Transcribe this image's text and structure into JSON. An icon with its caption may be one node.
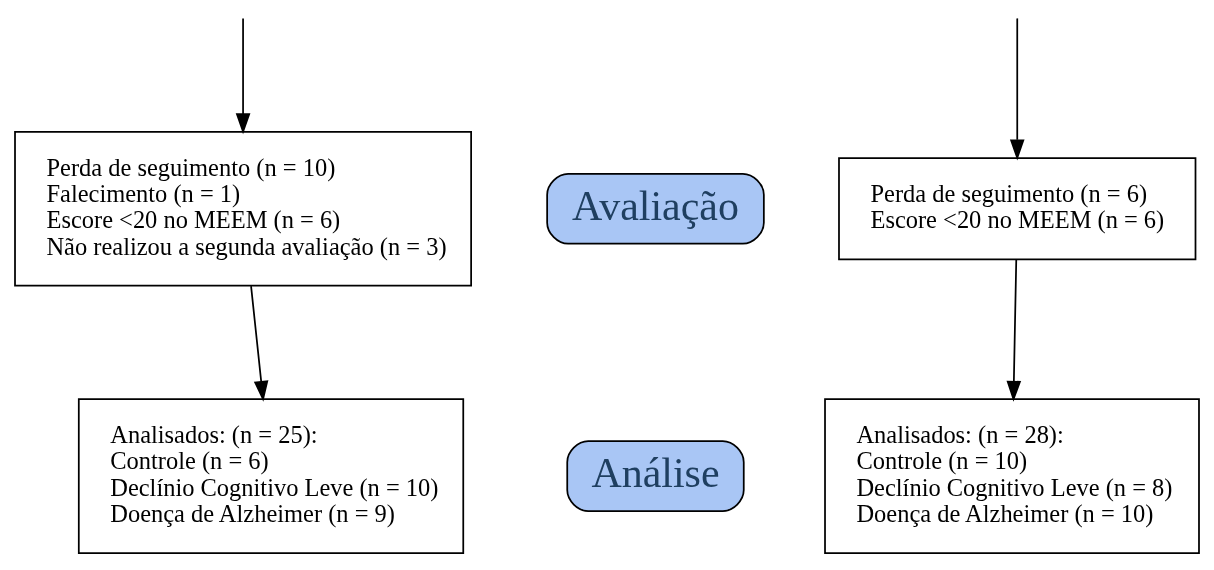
{
  "diagram": {
    "nodes": [
      {
        "text": [
          "Avaliação"
        ]
      },
      {
        "text": [
          "Perda de seguimento (n = 10)",
          "Falecimento (n = 1)",
          "Escore <20 no MEEM (n = 6)",
          "Não realizou a segunda avaliação (n = 3)"
        ]
      },
      {
        "text": [
          "Perda de seguimento (n = 6)",
          "Escore <20 no MEEM (n = 6)"
        ]
      },
      {
        "text": [
          "Análise"
        ]
      },
      {
        "text": [
          "Analisados: (n = 25):",
          "Controle (n = 6)",
          "Declínio Cognitivo Leve (n = 10)",
          "Doença de Alzheimer (n = 9)"
        ]
      },
      {
        "text": [
          "Analisados: (n = 28):",
          "Controle (n = 10)",
          "Declínio Cognitivo Leve (n = 8)",
          "Doença de Alzheimer (n = 10)"
        ]
      }
    ],
    "edges": [
      {
        "from": null,
        "to": 1,
        "arrow": "to"
      },
      {
        "from": null,
        "to": 2,
        "arrow": "to"
      },
      {
        "from": 1,
        "to": 4,
        "arrow": "to"
      },
      {
        "from": 2,
        "to": 5,
        "arrow": "to"
      }
    ]
  }
}
